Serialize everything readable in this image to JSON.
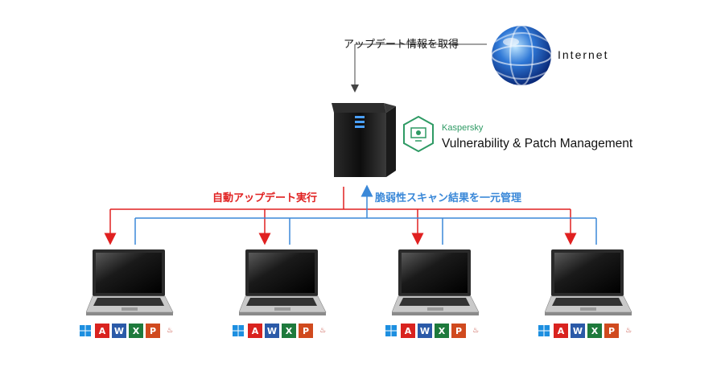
{
  "labels": {
    "update_info": "アップデート情報を取得",
    "internet": "Internet",
    "auto_update": "自動アップデート実行",
    "vuln_management": "脆弱性スキャン結果を一元管理"
  },
  "product": {
    "brand": "Kaspersky",
    "name": "Vulnerability & Patch Management"
  },
  "colors": {
    "red_arrow": "#e02020",
    "blue_line": "#3a88d8",
    "kaspersky_green": "#2e9a64"
  },
  "endpoints": [
    {
      "apps": [
        "windows-icon",
        "acrobat-icon",
        "word-icon",
        "excel-icon",
        "powerpoint-icon",
        "java-icon"
      ]
    },
    {
      "apps": [
        "windows-icon",
        "acrobat-icon",
        "word-icon",
        "excel-icon",
        "powerpoint-icon",
        "java-icon"
      ]
    },
    {
      "apps": [
        "windows-icon",
        "acrobat-icon",
        "word-icon",
        "excel-icon",
        "powerpoint-icon",
        "java-icon"
      ]
    },
    {
      "apps": [
        "windows-icon",
        "acrobat-icon",
        "word-icon",
        "excel-icon",
        "powerpoint-icon",
        "java-icon"
      ]
    }
  ],
  "app_glyphs": {
    "acrobat": "A",
    "word": "W",
    "excel": "X",
    "powerpoint": "P",
    "java": "♨"
  }
}
